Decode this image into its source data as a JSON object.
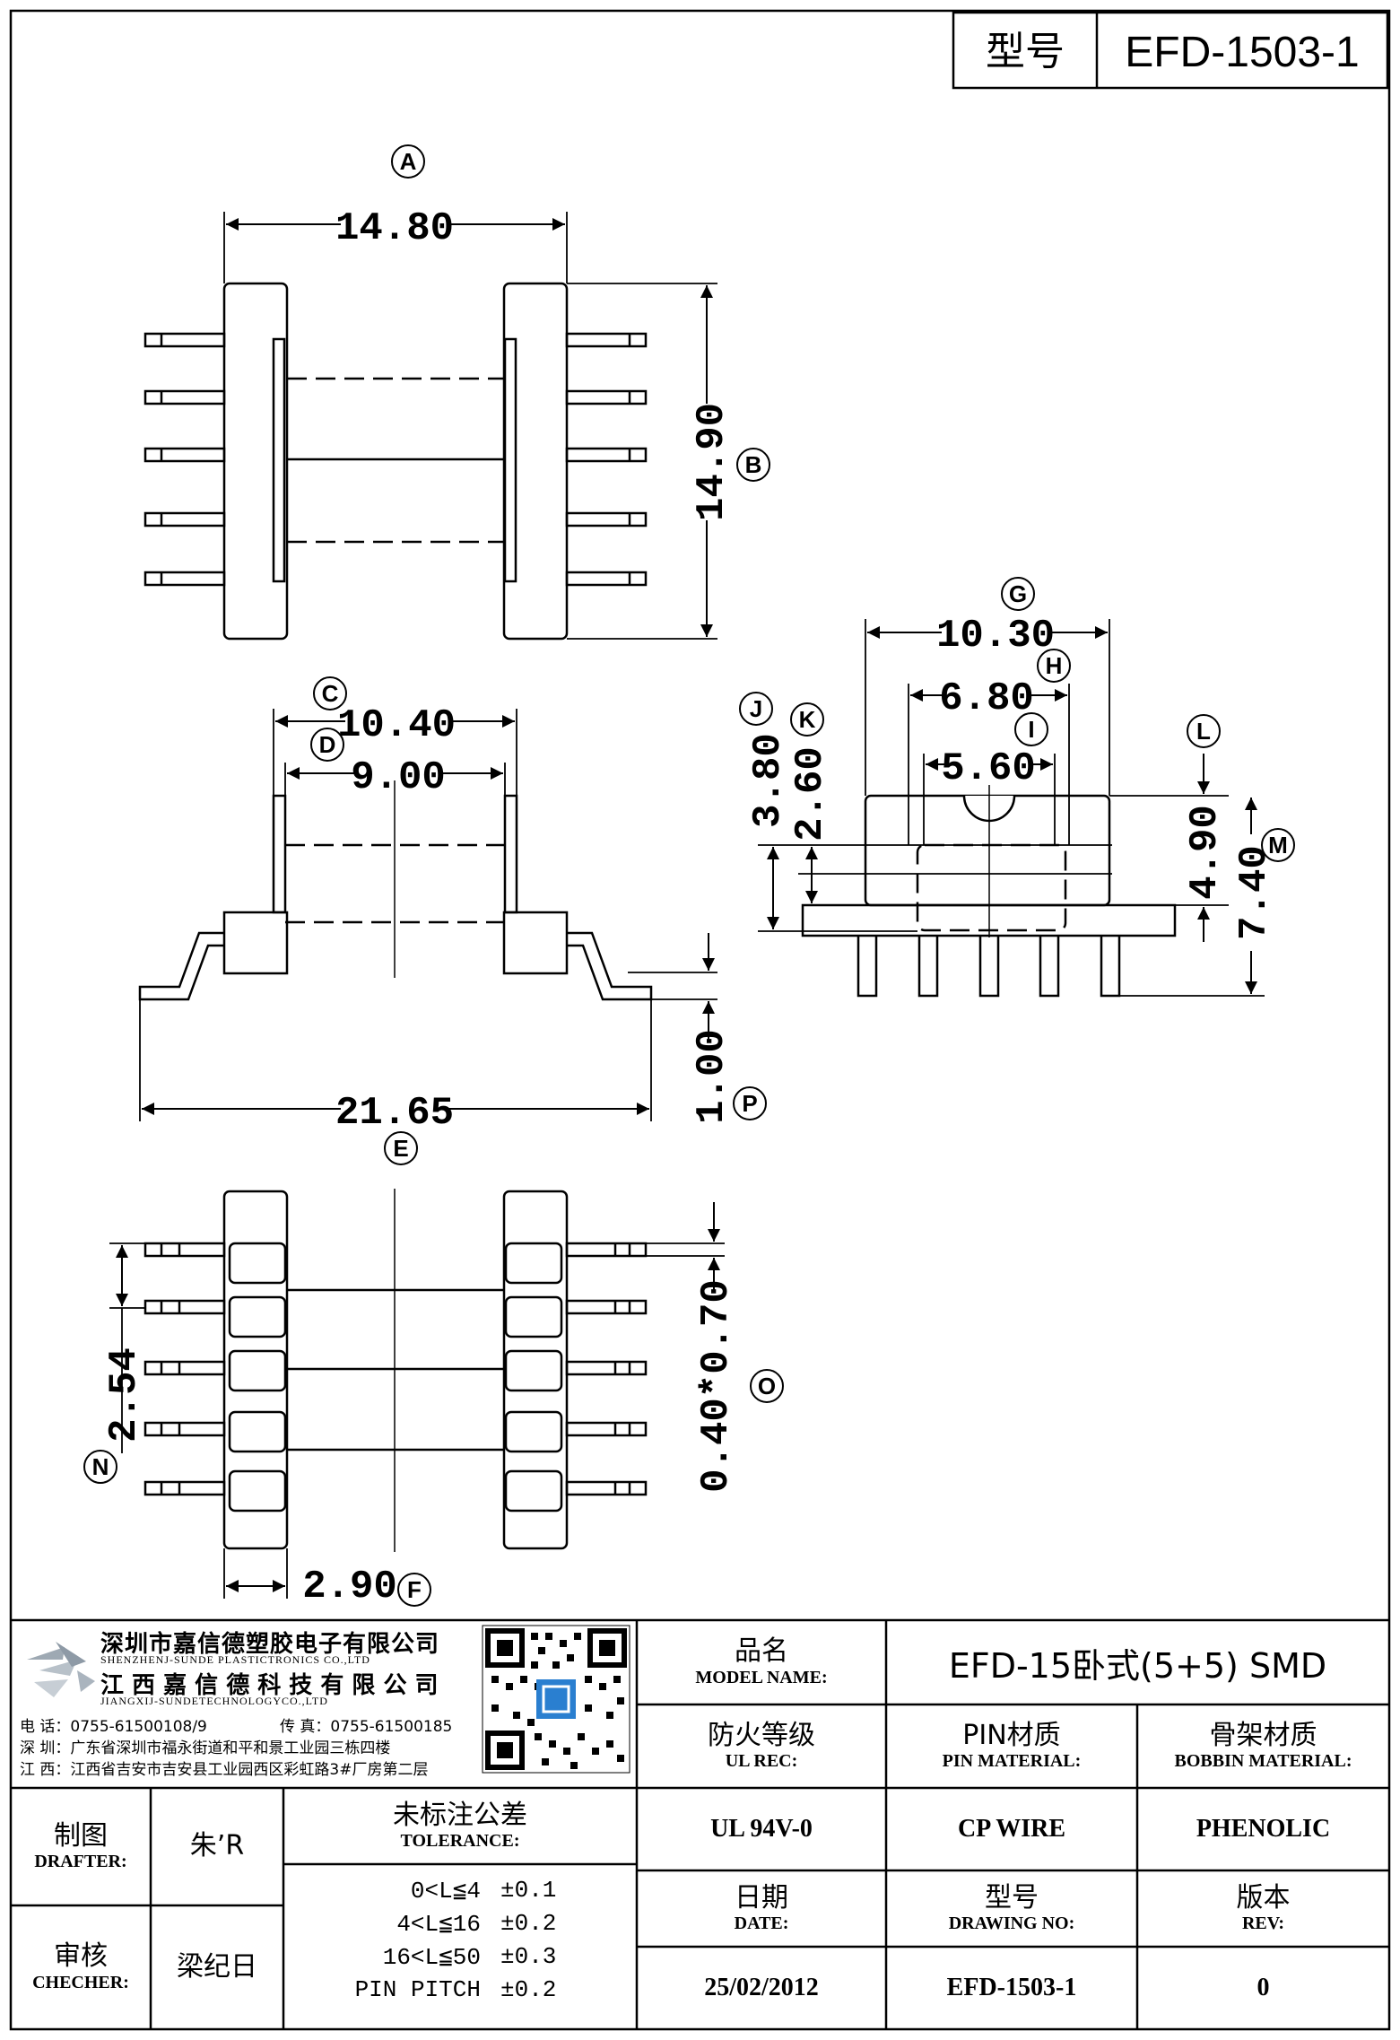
{
  "header": {
    "model_label": "型号",
    "model_value": "EFD-1503-1"
  },
  "dimensions": [
    {
      "id": "A",
      "value": "14.80"
    },
    {
      "id": "B",
      "value": "14.90"
    },
    {
      "id": "C",
      "value": "10.40"
    },
    {
      "id": "D",
      "value": "9.00"
    },
    {
      "id": "E",
      "value": "21.65"
    },
    {
      "id": "F",
      "value": "2.90"
    },
    {
      "id": "G",
      "value": "10.30"
    },
    {
      "id": "H",
      "value": "6.80"
    },
    {
      "id": "I",
      "value": "5.60"
    },
    {
      "id": "J",
      "value": "3.80"
    },
    {
      "id": "K",
      "value": "2.60"
    },
    {
      "id": "L",
      "value": "4.90"
    },
    {
      "id": "M",
      "value": "7.40"
    },
    {
      "id": "N",
      "value": "2.54"
    },
    {
      "id": "O",
      "value": "0.40*0.70"
    },
    {
      "id": "P",
      "value": "1.00"
    }
  ],
  "company": {
    "name_sz": "深圳市嘉信德塑胶电子有限公司",
    "name_sz_en": "SHENZHENJ-SUNDE PLASTICTRONICS CO.,LTD",
    "name_jx": "江 西 嘉 信 德 科 技 有 限 公 司",
    "name_jx_en": "JIANGXIJ-SUNDETECHNOLOGYCO.,LTD",
    "phone": "电 话：0755-61500108/9",
    "fax": "传 真：0755-61500185",
    "addr_sz": "深 圳：广东省深圳市福永街道和平和景工业园三栋四楼",
    "addr_jx": "江 西：江西省吉安市吉安县工业园西区彩虹路3#厂房第二层"
  },
  "title_block": {
    "model_name_cn": "品名",
    "model_name_en": "MODEL NAME:",
    "model_name_value": "EFD-15卧式(5+5) SMD",
    "ul_cn": "防火等级",
    "ul_en": "UL REC:",
    "ul_value": "UL 94V-0",
    "pin_cn": "PIN材质",
    "pin_en": "PIN MATERIAL:",
    "pin_value": "CP WIRE",
    "bobbin_cn": "骨架材质",
    "bobbin_en": "BOBBIN MATERIAL:",
    "bobbin_value": "PHENOLIC",
    "drafter_cn": "制图",
    "drafter_en": "DRAFTER:",
    "drafter_value": "朱’R",
    "checker_cn": "审核",
    "checker_en": "CHECHER:",
    "checker_value": "梁纪日",
    "tol_cn": "未标注公差",
    "tol_en": "TOLERANCE:",
    "tolerances": [
      {
        "range": "0<L≦4",
        "value": "±0.1"
      },
      {
        "range": "4<L≦16",
        "value": "±0.2"
      },
      {
        "range": "16<L≦50",
        "value": "±0.3"
      },
      {
        "range": "PIN PITCH",
        "value": "±0.2"
      }
    ],
    "date_cn": "日期",
    "date_en": "DATE:",
    "date_value": "25/02/2012",
    "dwg_cn": "型号",
    "dwg_en": "DRAWING NO:",
    "dwg_value": "EFD-1503-1",
    "rev_cn": "版本",
    "rev_en": "REV:",
    "rev_value": "0"
  }
}
